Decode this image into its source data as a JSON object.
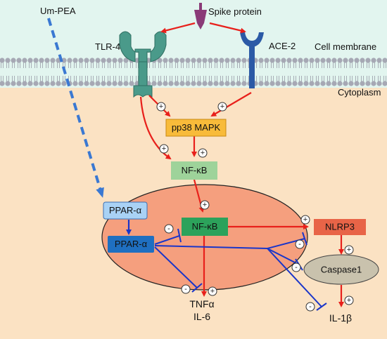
{
  "labels": {
    "um_pea": "Um-PEA",
    "spike_protein": "Spike protein",
    "tlr4": "TLR-4",
    "ace2": "ACE-2",
    "cell_membrane": "Cell membrane",
    "cytoplasm": "Cytoplasm",
    "tnf_line1": "TNFα",
    "tnf_line2": "IL-6",
    "il1b": "IL-1β"
  },
  "boxes": {
    "pp38_mapk": "pp38 MAPK",
    "nfkb_cyto": "NF-κB",
    "nfkb_nuc": "NF-κB",
    "ppar_cyto": "PPAR-α",
    "ppar_nuc": "PPAR-α",
    "nlrp3": "NLRP3",
    "caspase1": "Caspase1"
  },
  "signs": {
    "plus": "+",
    "minus": "-"
  },
  "colors": {
    "extracellular": "#e2f5ef",
    "cytoplasm": "#fbe2c3",
    "membrane_head": "#a6a8b4",
    "nucleus": "#f59f7e",
    "activation_arrow": "#e8201b",
    "inhibition_line": "#1a35c9",
    "um_pea_arrow": "#3a78d2",
    "tlr4": "#4a9a8a",
    "ace2": "#2b5aa6",
    "spike": "#8a3a78",
    "pp38_box": "#f8bb3a",
    "nfkb_cyto_box": "#9ed39a",
    "nfkb_nuc_box": "#2ca25b",
    "ppar_cyto_box": "#a9d2f5",
    "ppar_nuc_box": "#1f6fc1",
    "nlrp3_box": "#e86447",
    "caspase_box": "#c9c2ad"
  }
}
